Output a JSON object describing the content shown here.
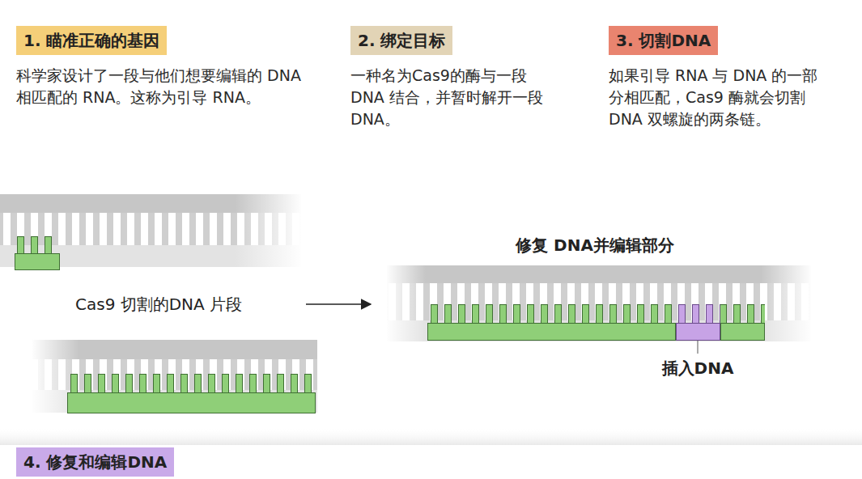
{
  "diagram": {
    "nodes": [
      {
        "text": [
          "1. 瞄准正确的基因",
          "科学家设计了一段与他们想要编辑的 DNA 相匹配的 RNA。这称为引导 RNA。"
        ]
      },
      {
        "text": [
          "2. 绑定目标",
          "一种名为Cas9的酶与一段 DNA 结合，并暂时解开一段 DNA。"
        ]
      },
      {
        "text": [
          "3. 切割DNA",
          "如果引导 RNA 与 DNA 的一部分相匹配，Cas9 酶就会切割 DNA 双螺旋的两条链。"
        ]
      },
      {
        "text": [
          "4. 修复和编辑DNA"
        ]
      }
    ],
    "labels": [
      "修复 DNA并编辑部分",
      "Cas9 切割的DNA 片段",
      "插入DNA"
    ]
  }
}
